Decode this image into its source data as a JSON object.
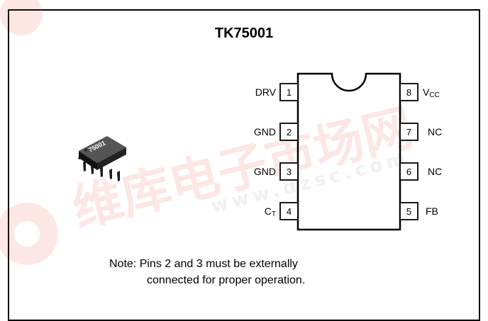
{
  "title": "TK75001",
  "chip_marking": "75001",
  "watermark": {
    "text_cn": "维库电子市场网",
    "text_url": "www.dzsc.com",
    "color": "#e94b3c"
  },
  "pins_left": [
    {
      "num": "1",
      "label": "DRV"
    },
    {
      "num": "2",
      "label": "GND"
    },
    {
      "num": "3",
      "label": "GND"
    },
    {
      "num": "4",
      "label": "C",
      "sub": "T"
    }
  ],
  "pins_right": [
    {
      "num": "8",
      "label": "V",
      "sub": "CC"
    },
    {
      "num": "7",
      "label": "NC"
    },
    {
      "num": "6",
      "label": "NC"
    },
    {
      "num": "5",
      "label": "FB"
    }
  ],
  "note": {
    "line1": "Note: Pins 2 and 3 must be externally",
    "line2": "connected for proper operation."
  }
}
